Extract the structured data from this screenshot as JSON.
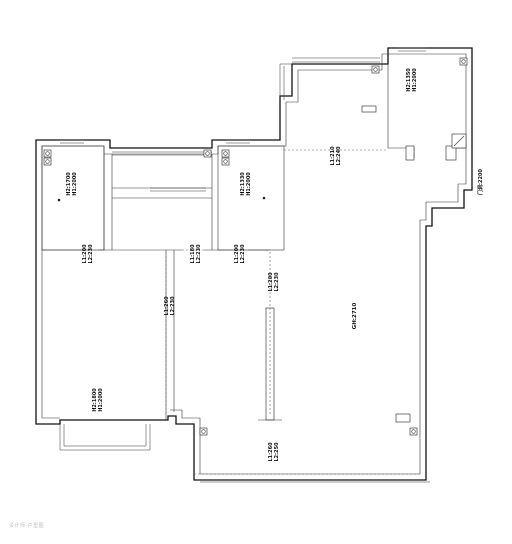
{
  "plan": {
    "rooms": [
      {
        "id": "room-top-left",
        "h2": "H2:1700",
        "h1": "H1:2000"
      },
      {
        "id": "room-top-mid",
        "h2": "H2:1330",
        "h1": "H1:2000"
      },
      {
        "id": "room-top-right",
        "h2": "H2:1350",
        "h1": "H1:2000"
      },
      {
        "id": "room-bottom-left",
        "h2": "H2:1800",
        "h1": "H1:2000"
      }
    ],
    "main_height": "GH:2710",
    "right_wall_label": "门洞:2200",
    "openings": [
      {
        "id": "opening-top-right",
        "l1": "L1:210",
        "l2": "L2:240"
      },
      {
        "id": "opening-left-1",
        "l1": "L1:200",
        "l2": "L2:230"
      },
      {
        "id": "opening-left-2",
        "l1": "L1:180",
        "l2": "L2:230"
      },
      {
        "id": "opening-mid-1",
        "l1": "L1:200",
        "l2": "L2:230"
      },
      {
        "id": "opening-living-left",
        "l1": "L1:260",
        "l2": "L2:230"
      },
      {
        "id": "opening-living-mid",
        "l1": "L1:200",
        "l2": "L2:230"
      },
      {
        "id": "opening-bottom",
        "l1": "L1:260",
        "l2": "L2:250"
      }
    ]
  },
  "watermark": "设计师·户型图"
}
